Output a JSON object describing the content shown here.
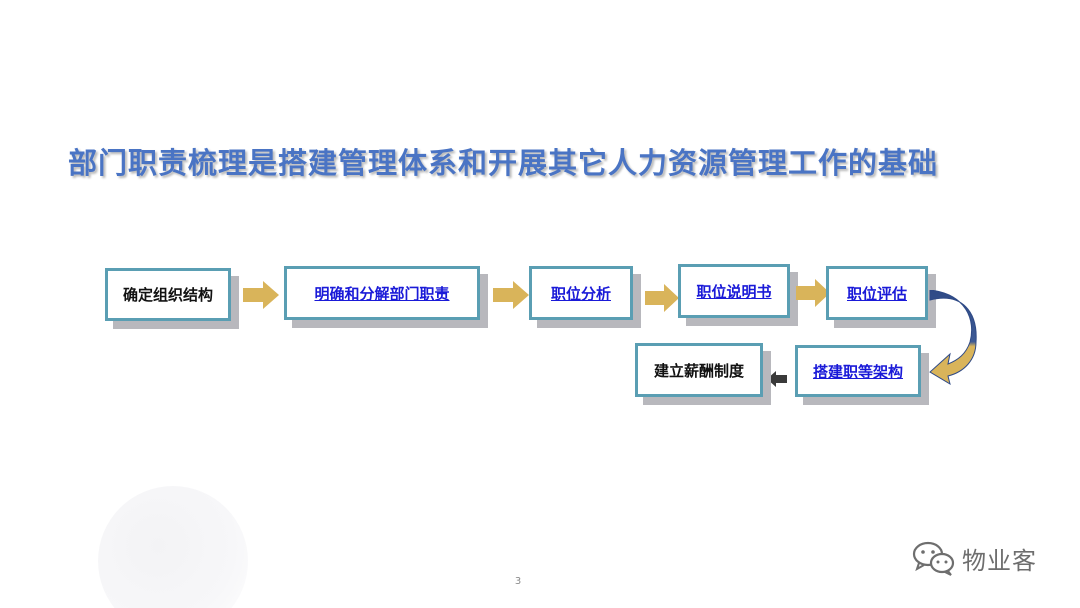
{
  "slide": {
    "title": "部门职责梳理是搭建管理体系和开展其它人力资源管理工作的基础",
    "page_number": "3"
  },
  "flow": {
    "step1": "确定组织结构",
    "step2": "明确和分解部门职责",
    "step3": "职位分析",
    "step4": "职位说明书",
    "step5": "职位评估",
    "step6": "搭建职等架构",
    "step7": "建立薪酬制度"
  },
  "watermark": {
    "text": "物业客",
    "icon": "wechat-icon"
  },
  "colors": {
    "title": "#4a74c4",
    "box_border": "#5a9eb3",
    "box_shadow": "#b8b8bd",
    "link_text": "#1a1ad8",
    "arrow_gold": "#d9b45a",
    "curved_arrow_navy": "#2f4a86",
    "arrow_dark": "#3a3a3a"
  }
}
